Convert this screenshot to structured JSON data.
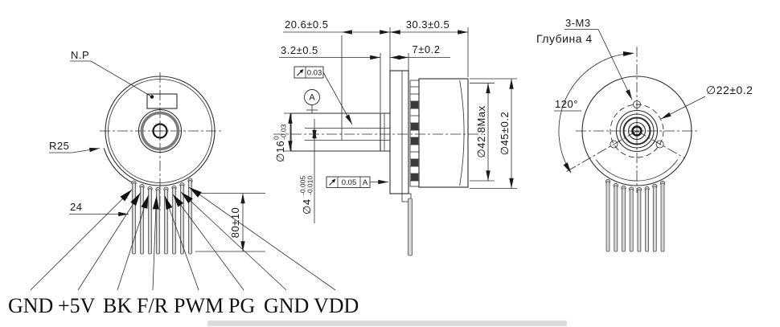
{
  "drawing": {
    "front_view": {
      "np_label": "N.P",
      "radius_label": "R25",
      "pin_row_width": "24",
      "pin_length": "80±10"
    },
    "pin_labels": [
      "GND",
      "+5V",
      "BK",
      "F/R",
      "PWM",
      "PG",
      "GND",
      "VDD"
    ],
    "side_view": {
      "dim_hub_length": "20.6±0.5",
      "dim_body_length": "30.3±0.5",
      "dim_gap": "3.2±0.5",
      "dim_flange": "7±0.2",
      "runout_front": "0.03",
      "runout_face": "0.05",
      "datum": "A",
      "datum_ref": "A",
      "dia_hub": "∅16",
      "dia_hub_tol_upper": "0",
      "dia_hub_tol_lower": "-0.03",
      "dia_shaft": "∅4",
      "dia_shaft_tol_upper": "-0.005",
      "dia_shaft_tol_lower": "-0.010",
      "dia_body_max": "∅42.8Max",
      "dia_body": "∅45±0.2"
    },
    "rear_view": {
      "mount_holes": "3-M3",
      "hole_depth": "Глубина 4",
      "hole_angle": "120°",
      "bolt_circle": "∅22±0.2"
    }
  }
}
